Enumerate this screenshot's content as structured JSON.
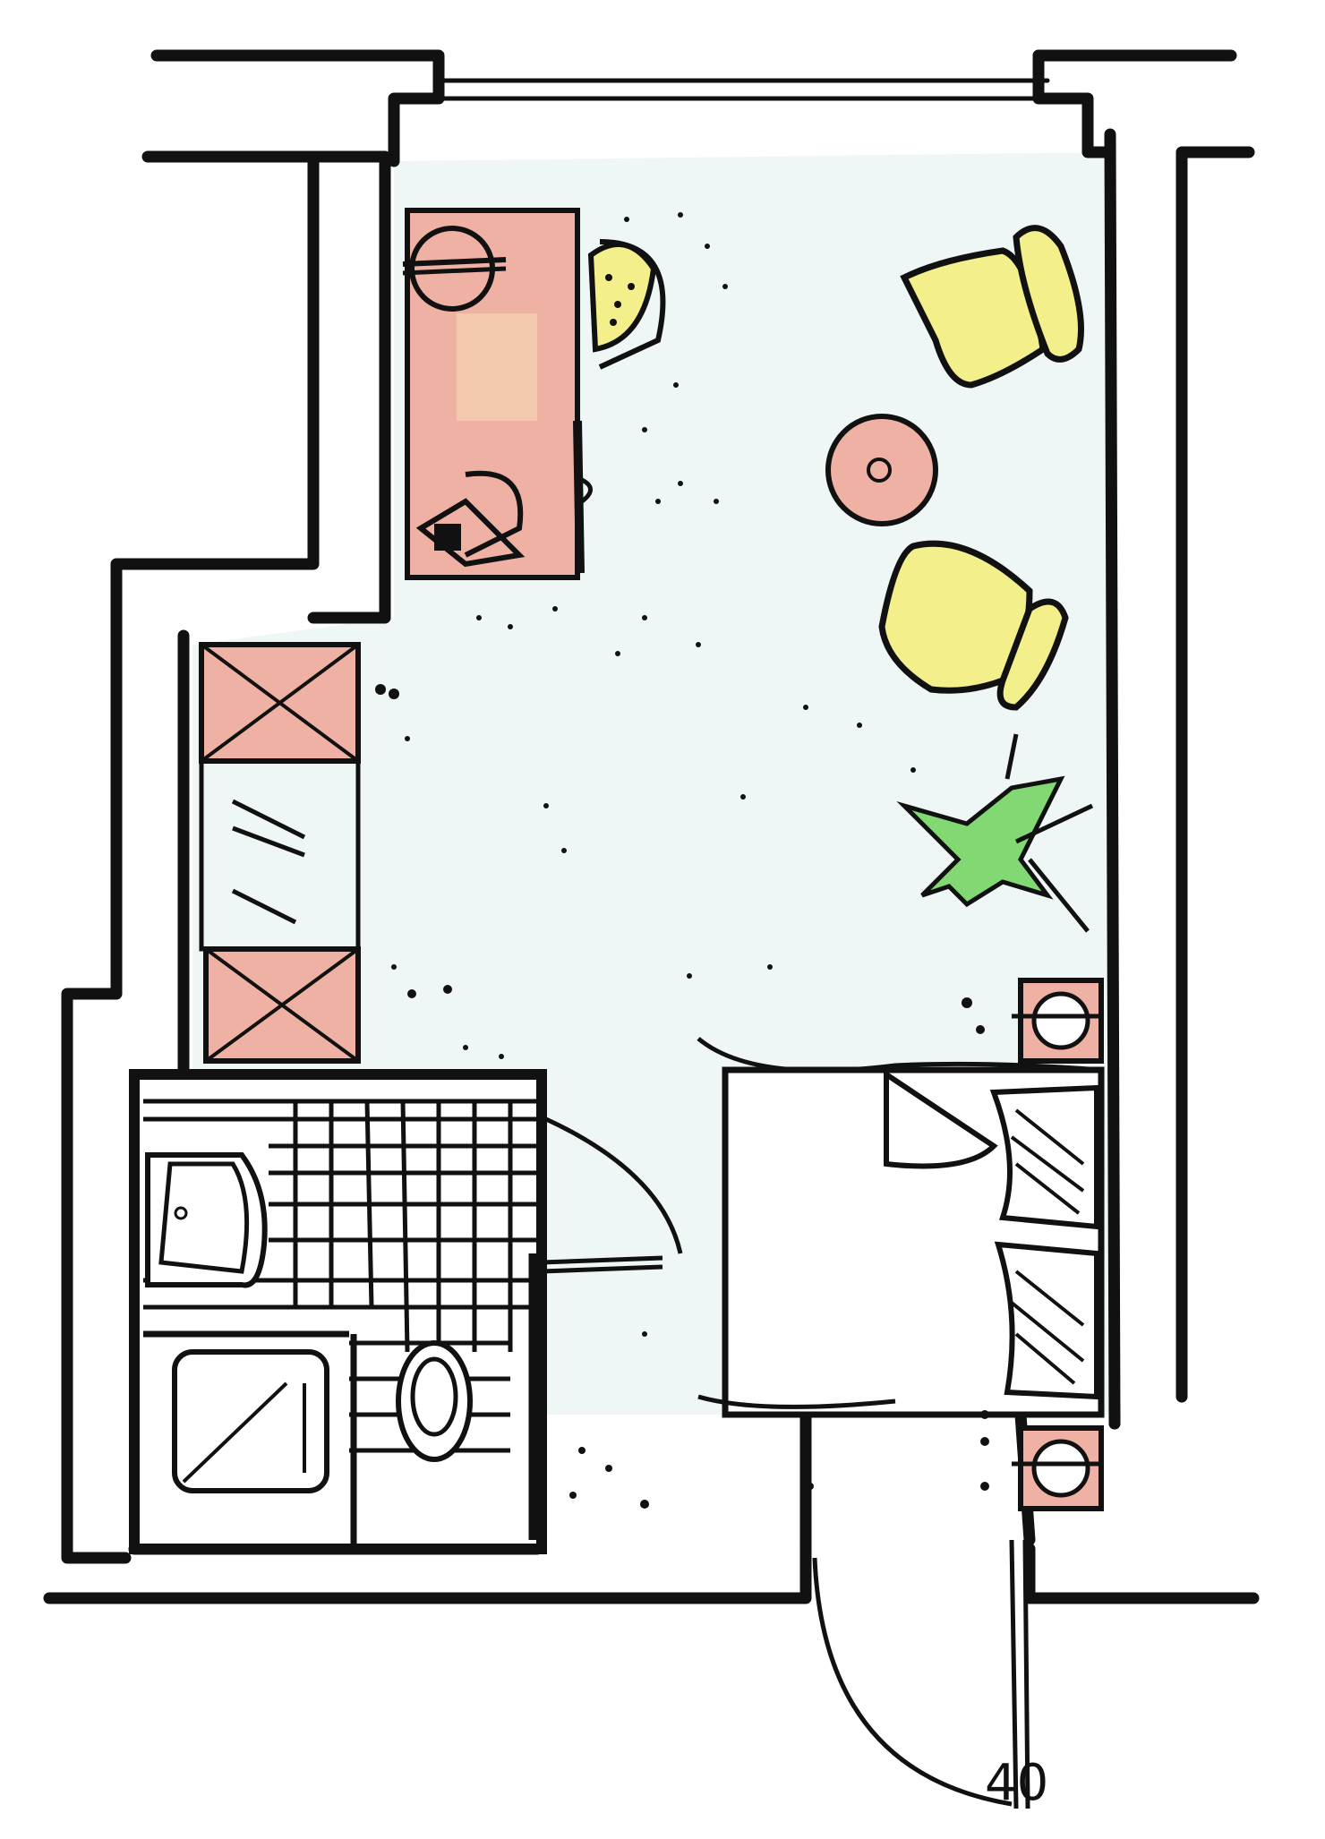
{
  "diagram": {
    "type": "hand-drawn floor plan sketch",
    "annotation": {
      "text": "40"
    },
    "colors": {
      "wall": "#111111",
      "floor": "#eef7f6",
      "furniture_wood": "#e9a596",
      "furniture_wood_light": "#f3c7b8",
      "seating_yellow": "#f3ef8a",
      "plant_green": "#4cc23a",
      "bathroom_floor": "#ffffff"
    },
    "rooms": [
      {
        "name": "main-room",
        "items": [
          "desk",
          "desk-chair",
          "desk-lamp",
          "desk-lamp-2",
          "armchair-1",
          "armchair-2",
          "round-side-table",
          "plant",
          "wardrobe",
          "double-bed",
          "nightstand-1",
          "nightstand-2"
        ]
      },
      {
        "name": "bathroom",
        "items": [
          "washbasin",
          "shower",
          "toilet",
          "tiled-floor"
        ]
      },
      {
        "name": "entrance",
        "items": [
          "entrance-door",
          "bathroom-door"
        ]
      }
    ]
  }
}
